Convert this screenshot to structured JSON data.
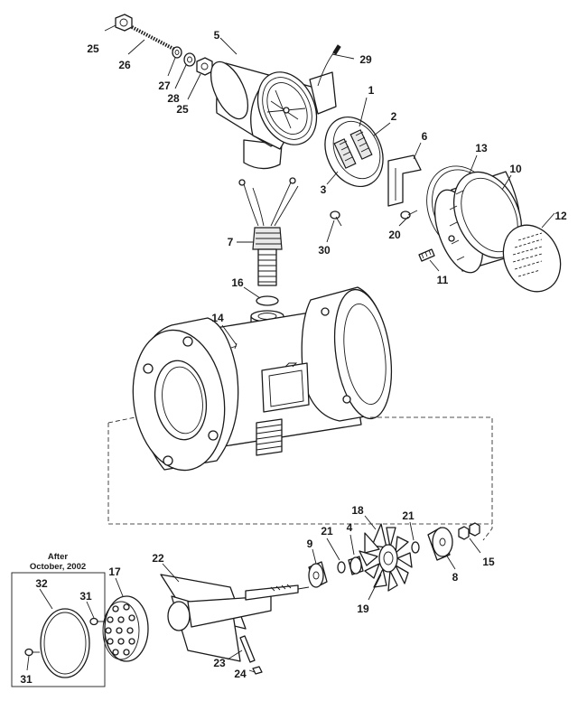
{
  "callouts": {
    "c25a": "25",
    "c26": "26",
    "c27": "27",
    "c28": "28",
    "c25b": "25",
    "c5": "5",
    "c29": "29",
    "c1": "1",
    "c2": "2",
    "c6": "6",
    "c13": "13",
    "c10": "10",
    "c12": "12",
    "c3": "3",
    "c20": "20",
    "c11": "11",
    "c30": "30",
    "c7": "7",
    "c16": "16",
    "c14": "14",
    "c18": "18",
    "c21a": "21",
    "c4": "4",
    "c21b": "21",
    "c9": "9",
    "c8": "8",
    "c15": "15",
    "c19": "19",
    "c22": "22",
    "c17": "17",
    "c31a": "31",
    "c32": "32",
    "c31b": "31",
    "c23": "23",
    "c24": "24"
  },
  "inset_note": {
    "line1": "After",
    "line2": "October, 2002"
  }
}
